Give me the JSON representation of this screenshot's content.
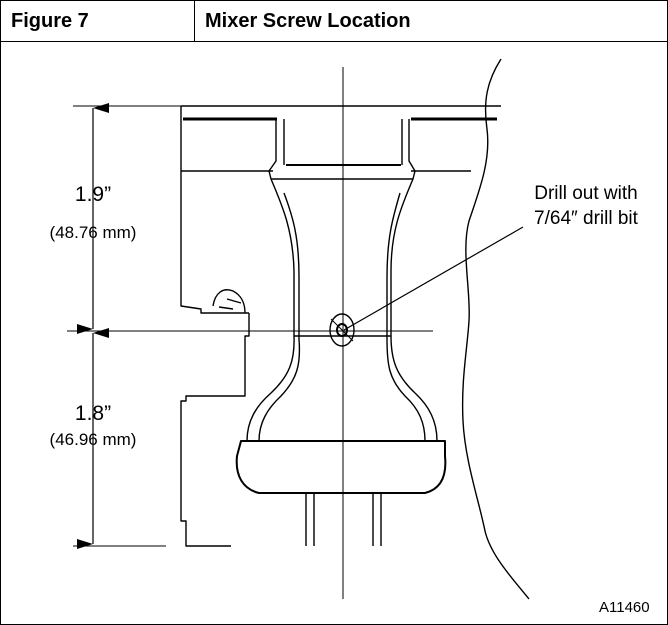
{
  "header": {
    "figure_label": "Figure 7",
    "title": "Mixer Screw Location"
  },
  "dimensions": {
    "upper": {
      "inches": "1.9”",
      "mm": "(48.76 mm)"
    },
    "lower": {
      "inches": "1.8”",
      "mm": "(46.96 mm)"
    }
  },
  "callout": {
    "line1": "Drill out with",
    "line2": "7/64″ drill bit"
  },
  "figure_code": "A11460"
}
